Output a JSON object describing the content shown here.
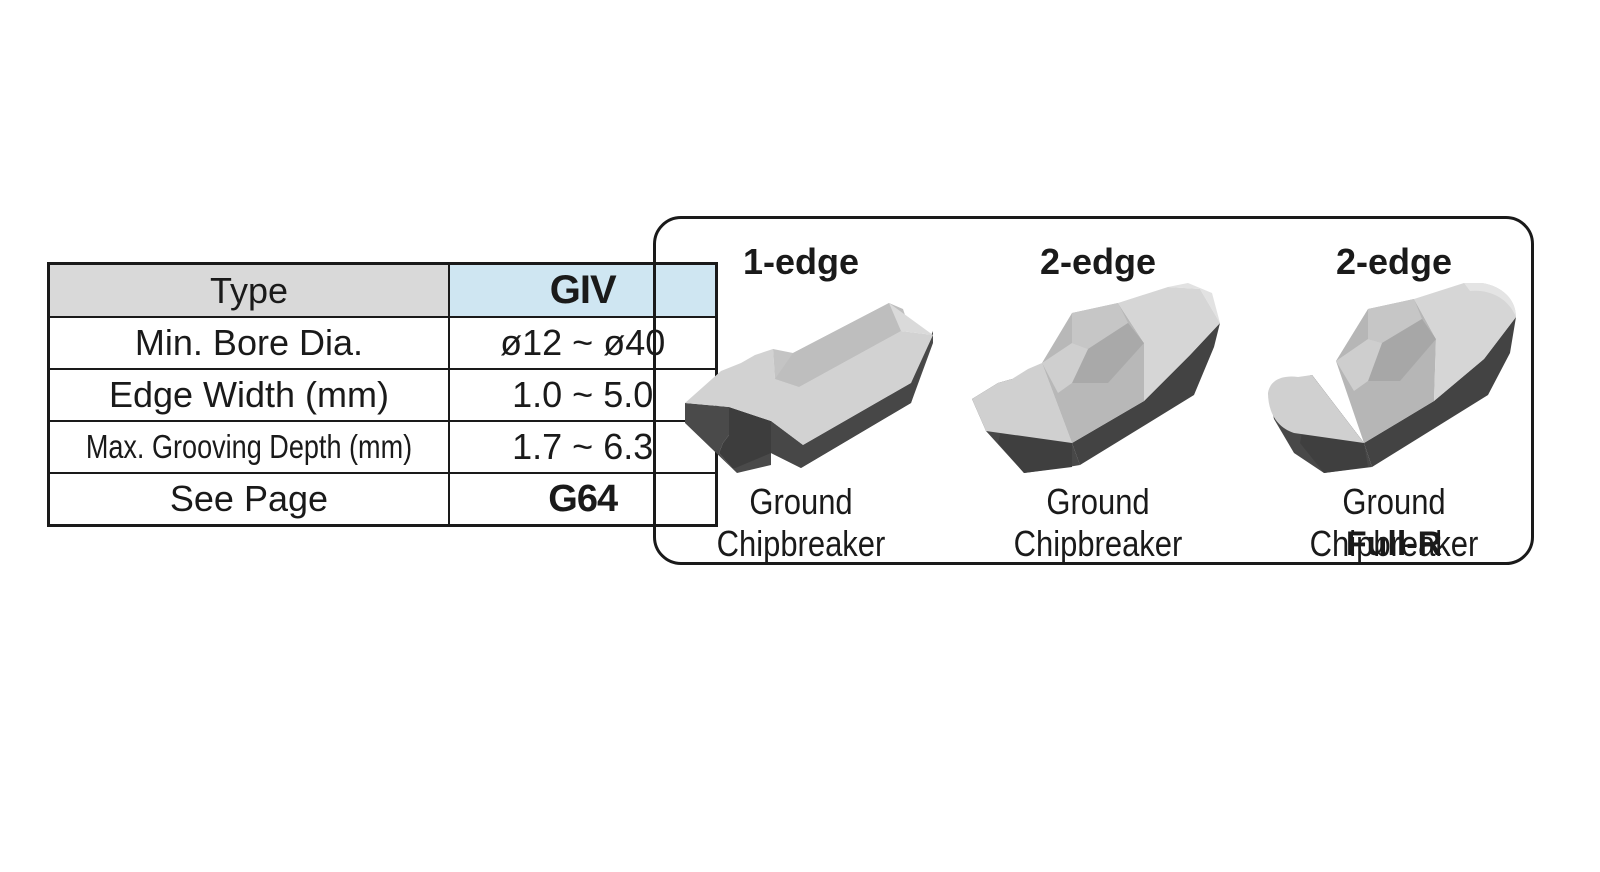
{
  "spec_table": {
    "rows": [
      {
        "label": "Type",
        "value": "GIV"
      },
      {
        "label": "Min. Bore Dia.",
        "value": "ø12 ~ ø40"
      },
      {
        "label": "Edge Width (mm)",
        "value": "1.0 ~ 5.0"
      },
      {
        "label": "Max. Grooving Depth (mm)",
        "value": "1.7 ~ 6.3"
      },
      {
        "label": "See Page",
        "value": "G64"
      }
    ]
  },
  "inserts": [
    {
      "edge": "1-edge",
      "chipbreaker": "Ground Chipbreaker",
      "subtitle": ""
    },
    {
      "edge": "2-edge",
      "chipbreaker": "Ground Chipbreaker",
      "subtitle": ""
    },
    {
      "edge": "2-edge",
      "chipbreaker": "Ground Chipbreaker",
      "subtitle": "Full-R"
    }
  ],
  "colors": {
    "header_label_bg": "#d9d9d9",
    "header_value_bg": "#cfe6f2",
    "insert_dark": "#4a4a4a",
    "insert_light": "#d2d2d2"
  }
}
